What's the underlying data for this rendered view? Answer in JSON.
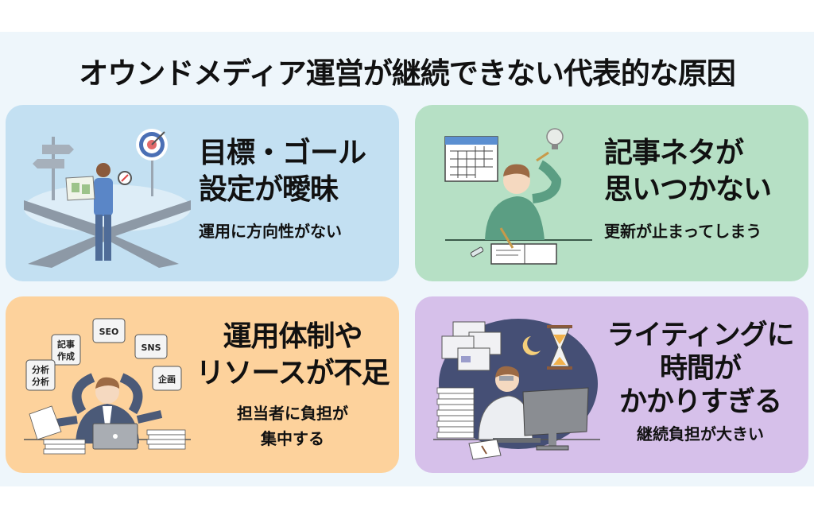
{
  "title": "オウンドメディア運営が継続できない代表的な原因",
  "colors": {
    "panel_bg": "#eef6fb",
    "card1_bg": "#c3e0f2",
    "card2_bg": "#b6e0c5",
    "card3_bg": "#fdd29c",
    "card4_bg": "#d6c0ea",
    "text": "#111111"
  },
  "cards": [
    {
      "heading_line1": "目標・ゴール",
      "heading_line2": "設定が曖昧",
      "sub": "運用に方向性がない",
      "illustration": "person-at-crossroads-with-map-compass-target-signpost"
    },
    {
      "heading_line1": "記事ネタが",
      "heading_line2": "思いつかない",
      "sub": "更新が止まってしまう",
      "illustration": "person-scratching-head-writing-notebook-calendar-lightbulb"
    },
    {
      "heading_line1": "運用体制や",
      "heading_line2": "リソースが不足",
      "sub_line1": "担当者に負担が",
      "sub_line2": "集中する",
      "illustration": "overwhelmed-office-worker-with-task-bubbles",
      "bubbles": [
        "記事\n作成",
        "SEO",
        "SNS",
        "分析\n分析",
        "企画"
      ],
      "bubble_labels": {
        "kiji_line1": "記事",
        "kiji_line2": "作成",
        "seo": "SEO",
        "sns": "SNS",
        "bunseki_line1": "分析",
        "bunseki_line2": "分析",
        "kikaku": "企画"
      }
    },
    {
      "heading_line1": "ライティングに",
      "heading_line2": "時間が",
      "heading_line3": "かかりすぎる",
      "sub": "継続負担が大きい",
      "illustration": "tired-person-at-computer-night-hourglass-documents"
    }
  ]
}
